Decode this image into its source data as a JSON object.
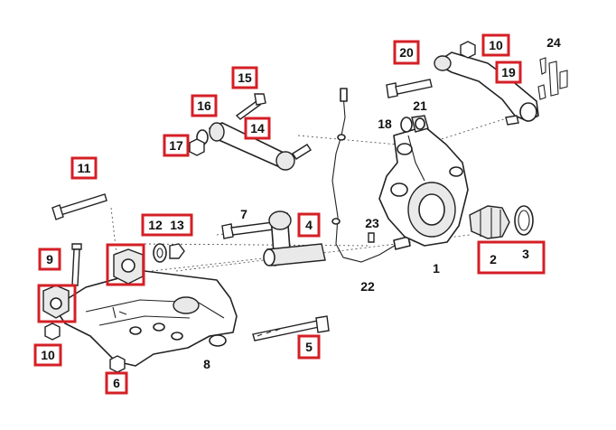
{
  "diagram": {
    "accent_color": "#d41f26",
    "labels": {
      "l1": "1",
      "l2": "2",
      "l3": "3",
      "l4": "4",
      "l5": "5",
      "l6": "6",
      "l7": "7",
      "l8": "8",
      "l9": "9",
      "l10a": "10",
      "l10b": "10",
      "l11": "11",
      "l12": "12",
      "l13": "13",
      "l14": "14",
      "l15": "15",
      "l16": "16",
      "l17": "17",
      "l18": "18",
      "l19": "19",
      "l20": "20",
      "l21": "21",
      "l22": "22",
      "l23": "23",
      "l24": "24"
    }
  }
}
